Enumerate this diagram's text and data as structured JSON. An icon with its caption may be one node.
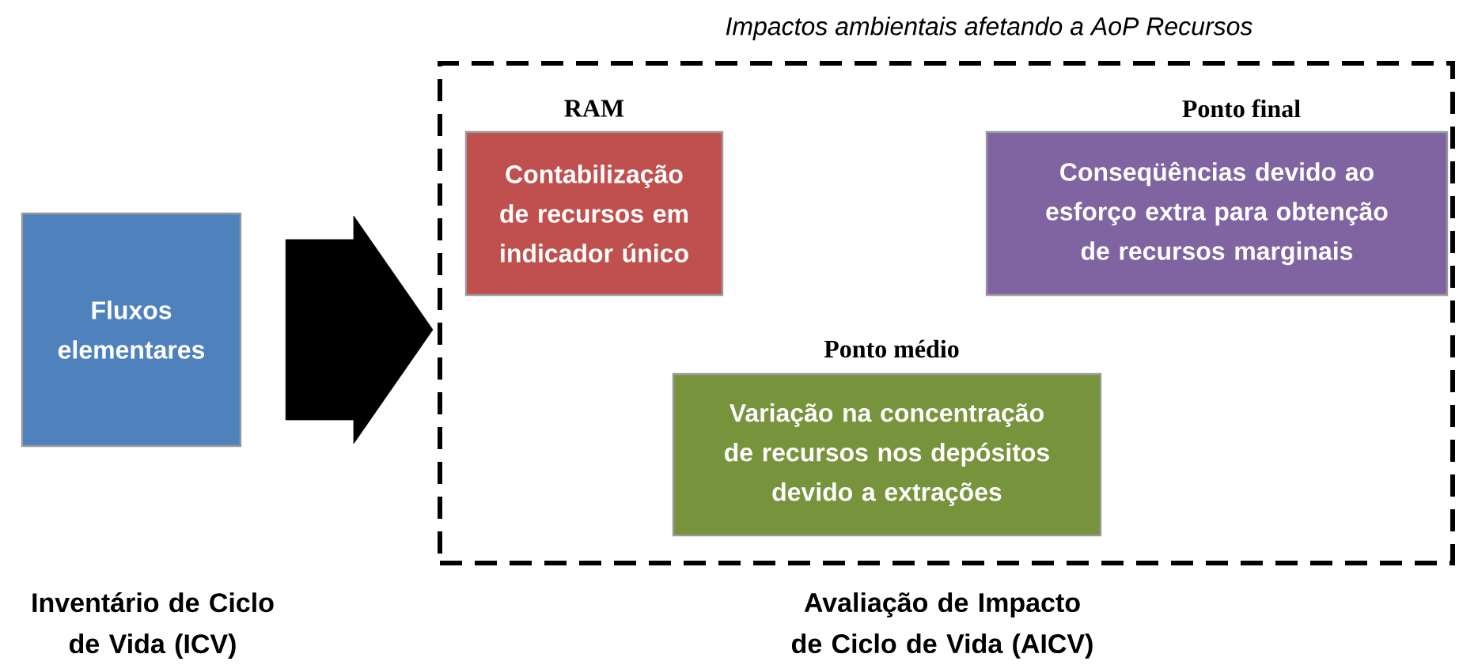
{
  "diagram": {
    "nodes": [
      {
        "text": [
          "Fluxos elementares"
        ]
      },
      {
        "text": [
          "Impactos ambientais afetando a AoP Recursos"
        ]
      },
      {
        "text": [
          "RAM",
          "Contabilização de recursos em indicador único"
        ],
        "in": 1
      },
      {
        "text": [
          "Ponto final",
          "Conseqüências devido ao esforço extra para obtenção de recursos marginais"
        ],
        "in": 1
      },
      {
        "text": [
          "Ponto médio",
          "Variação na concentração de recursos nos depósitos devido a extrações"
        ],
        "in": 1
      }
    ],
    "edges": [
      {
        "from": 0,
        "to": 1,
        "arrow": "to"
      }
    ],
    "labels": [
      "Inventário de Ciclo de Vida (ICV)",
      "Avaliação de Impacto de Ciclo de Vida (AICV)"
    ]
  }
}
